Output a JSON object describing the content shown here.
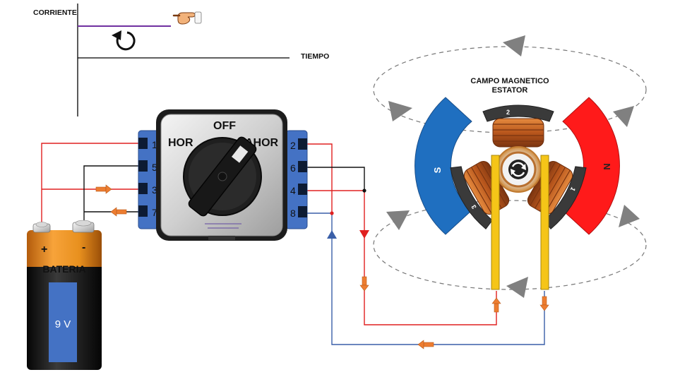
{
  "graph": {
    "y_label": "CORRIENTE",
    "x_label": "TIEMPO",
    "pointer_icon": "pointing-hand-icon",
    "rotation_icon": "counterclockwise-arrow-icon"
  },
  "switch": {
    "pos_off": "OFF",
    "pos_left": "HOR",
    "pos_right": "AHOR",
    "left_terminals": [
      "1",
      "5",
      "3",
      "7"
    ],
    "right_terminals": [
      "2",
      "6",
      "4",
      "8"
    ]
  },
  "battery": {
    "title": "BATERIA",
    "voltage": "9 V",
    "plus": "+",
    "minus": "-"
  },
  "motor": {
    "field_title_line1": "CAMPO MAGNETICO",
    "field_title_line2": "ESTATOR",
    "south_label": "S",
    "north_label": "N",
    "coil_labels": [
      "2",
      "1",
      "3"
    ],
    "rotor_icon": "rotation-arrows-icon"
  },
  "colors": {
    "red_wire": "#e02020",
    "black_wire": "#111111",
    "blue_wire": "#3a5fa8",
    "graph_line": "#7030a0",
    "flow_arrow": "#ed7d31",
    "terminal_block": "#4472c4",
    "south_pole": "#1f6fc0",
    "north_pole": "#ff1a1a",
    "brush": "#f5c518",
    "copper": "#c2692a",
    "battery_top": "#e8901e"
  }
}
